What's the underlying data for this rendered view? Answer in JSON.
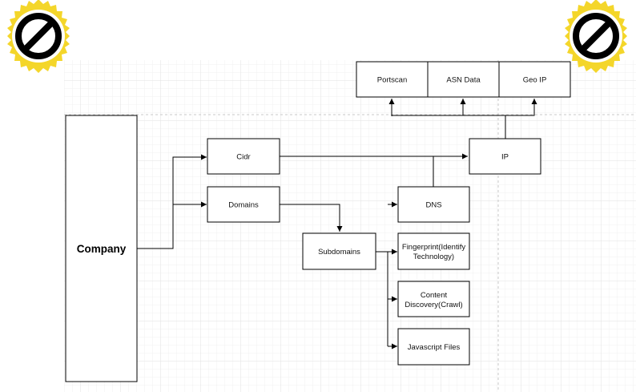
{
  "diagram": {
    "nodes": {
      "company": "Company",
      "cidr": "Cidr",
      "domains": "Domains",
      "subdomains": "Subdomains",
      "ip": "IP",
      "dns": "DNS",
      "fingerprint_line1": "Fingerprint(Identify",
      "fingerprint_line2": "Technology)",
      "content_line1": "Content",
      "content_line2": "Discovery(Crawl)",
      "javascript": "Javascript Files",
      "portscan": "Portscan",
      "asn": "ASN Data",
      "geoip": "Geo IP"
    }
  },
  "colors": {
    "badge_ring": "#f4d62a",
    "badge_face": "#ffffff",
    "badge_mark": "#000000",
    "grid": "#e9e9e9",
    "stroke": "#000000"
  },
  "icons": {
    "left_badge": "prohibited-icon",
    "right_badge": "prohibited-icon"
  }
}
